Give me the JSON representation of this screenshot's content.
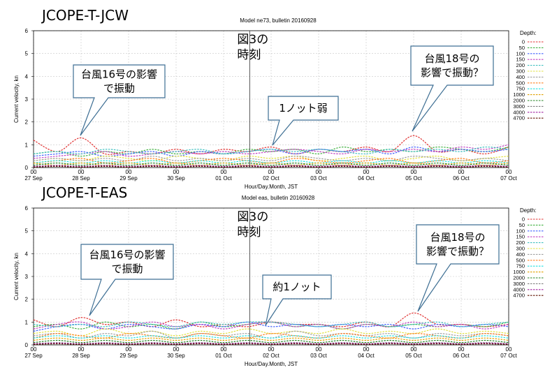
{
  "panels": [
    {
      "name": "JCOPE-T-JCW",
      "title": "JCOPE-T-JCW",
      "subtitle": "Model ne73, bulletin 20160928",
      "ylabel": "Current velocity, kn",
      "xlabel": "Hour/Day.Month, JST",
      "annotation": "図3の\n時刻",
      "callouts": [
        {
          "text": "台風16号の影響\nで振動"
        },
        {
          "text": "1ノット弱"
        },
        {
          "text": "台風18号の\n影響で振動？"
        }
      ]
    },
    {
      "name": "JCOPE-T-EAS",
      "title": "JCOPE-T-EAS",
      "subtitle": "Model eas, bulletin 20160928",
      "ylabel": "Current velocity, kn",
      "xlabel": "Hour/Day.Month, JST",
      "annotation": "図3の\n時刻",
      "callouts": [
        {
          "text": "台風16号の影響\nで振動"
        },
        {
          "text": "約1ノット"
        },
        {
          "text": "台風18号の\n影響で振動？"
        }
      ]
    }
  ],
  "legend": {
    "title": "Depth:",
    "entries": [
      "0",
      "50",
      "100",
      "150",
      "200",
      "300",
      "400",
      "500",
      "750",
      "1000",
      "2000",
      "3000",
      "4000",
      "4700"
    ],
    "colors": [
      "#e03030",
      "#40b040",
      "#4060ff",
      "#c040c0",
      "#40c0c0",
      "#e0e040",
      "#a0a0a0",
      "#ff8020",
      "#20e0e0",
      "#e0a000",
      "#208020",
      "#808080",
      "#a020a0",
      "#601000"
    ]
  },
  "chart_data": [
    {
      "type": "line",
      "title": "JCOPE-T-JCW",
      "subtitle": "Model ne73, bulletin 20160928",
      "xlabel": "Hour/Day.Month, JST",
      "ylabel": "Current velocity, kn",
      "x_ticks_top": [
        "00",
        "00",
        "00",
        "00",
        "00",
        "00",
        "00",
        "00",
        "00",
        "00",
        "00"
      ],
      "x_ticks_bottom": [
        "27 Sep",
        "28 Sep",
        "29 Sep",
        "30 Sep",
        "01 Oct",
        "02 Oct",
        "03 Oct",
        "04 Oct",
        "05 Oct",
        "06 Oct",
        "07 Oct"
      ],
      "xlim": [
        0,
        10
      ],
      "ylim": [
        0,
        6
      ],
      "y_ticks": [
        0,
        1,
        2,
        3,
        4,
        5,
        6
      ],
      "grid": true,
      "vline_day": 4.55,
      "series_x_days": [
        0,
        0.5,
        1,
        1.5,
        2,
        2.5,
        3,
        3.5,
        4,
        4.5,
        5,
        5.5,
        6,
        6.5,
        7,
        7.5,
        8,
        8.5,
        9,
        9.5,
        10
      ],
      "series": [
        {
          "name": "0",
          "values": [
            1.2,
            0.7,
            1.3,
            0.6,
            0.7,
            0.6,
            0.8,
            0.6,
            0.8,
            0.7,
            0.9,
            0.6,
            0.8,
            0.7,
            0.9,
            0.7,
            1.4,
            0.7,
            0.8,
            0.6,
            0.9
          ]
        },
        {
          "name": "50",
          "values": [
            0.6,
            0.7,
            0.5,
            0.7,
            0.6,
            0.8,
            0.6,
            0.7,
            0.6,
            0.8,
            0.7,
            0.8,
            0.6,
            0.9,
            0.7,
            0.8,
            0.7,
            0.9,
            0.8,
            0.7,
            0.9
          ]
        },
        {
          "name": "100",
          "values": [
            0.5,
            0.6,
            0.7,
            0.5,
            0.6,
            0.7,
            0.5,
            0.7,
            0.6,
            0.7,
            0.8,
            0.6,
            0.8,
            0.7,
            0.8,
            0.6,
            0.9,
            0.7,
            0.8,
            0.7,
            0.8
          ]
        },
        {
          "name": "150",
          "values": [
            0.4,
            0.5,
            0.6,
            0.7,
            0.5,
            0.6,
            0.7,
            0.6,
            0.7,
            0.6,
            0.7,
            0.8,
            0.7,
            0.6,
            0.8,
            0.7,
            0.8,
            0.7,
            0.9,
            0.8,
            1.0
          ]
        },
        {
          "name": "200",
          "values": [
            0.6,
            0.7,
            0.6,
            0.8,
            0.7,
            0.6,
            0.7,
            0.8,
            0.6,
            0.7,
            0.8,
            0.7,
            0.8,
            0.7,
            0.6,
            0.8,
            0.7,
            0.8,
            0.7,
            0.9,
            0.8
          ]
        },
        {
          "name": "300",
          "values": [
            0.3,
            0.4,
            0.3,
            0.5,
            0.4,
            0.3,
            0.5,
            0.4,
            0.3,
            0.5,
            0.4,
            0.5,
            0.3,
            0.4,
            0.5,
            0.3,
            0.4,
            0.5,
            0.3,
            0.4,
            0.5
          ]
        },
        {
          "name": "400",
          "values": [
            0.3,
            0.4,
            0.3,
            0.4,
            0.3,
            0.5,
            0.3,
            0.4,
            0.3,
            0.4,
            0.3,
            0.5,
            0.4,
            0.3,
            0.4,
            0.3,
            0.5,
            0.4,
            0.3,
            0.4,
            0.3
          ]
        },
        {
          "name": "500",
          "values": [
            0.2,
            0.3,
            0.4,
            0.2,
            0.3,
            0.4,
            0.2,
            0.3,
            0.4,
            0.3,
            0.2,
            0.4,
            0.3,
            0.2,
            0.3,
            0.4,
            0.2,
            0.3,
            0.4,
            0.2,
            0.3
          ]
        },
        {
          "name": "750",
          "values": [
            0.2,
            0.3,
            0.2,
            0.3,
            0.2,
            0.3,
            0.2,
            0.3,
            0.2,
            0.3,
            0.2,
            0.3,
            0.2,
            0.3,
            0.2,
            0.3,
            0.2,
            0.3,
            0.2,
            0.3,
            0.2
          ]
        },
        {
          "name": "1000",
          "values": [
            0.2,
            0.1,
            0.2,
            0.1,
            0.2,
            0.1,
            0.2,
            0.1,
            0.2,
            0.1,
            0.2,
            0.1,
            0.2,
            0.1,
            0.2,
            0.1,
            0.2,
            0.1,
            0.2,
            0.1,
            0.2
          ]
        },
        {
          "name": "2000",
          "values": [
            0.1,
            0.2,
            0.1,
            0.2,
            0.1,
            0.2,
            0.1,
            0.2,
            0.1,
            0.2,
            0.1,
            0.2,
            0.1,
            0.2,
            0.1,
            0.2,
            0.1,
            0.2,
            0.1,
            0.2,
            0.1
          ]
        },
        {
          "name": "3000",
          "values": [
            0.05,
            0.1,
            0.05,
            0.1,
            0.05,
            0.1,
            0.05,
            0.1,
            0.05,
            0.1,
            0.05,
            0.1,
            0.05,
            0.1,
            0.05,
            0.1,
            0.05,
            0.1,
            0.05,
            0.1,
            0.05
          ]
        },
        {
          "name": "4000",
          "values": [
            0.05,
            0.08,
            0.05,
            0.08,
            0.05,
            0.08,
            0.05,
            0.08,
            0.05,
            0.08,
            0.05,
            0.08,
            0.05,
            0.08,
            0.05,
            0.08,
            0.05,
            0.08,
            0.05,
            0.08,
            0.05
          ]
        },
        {
          "name": "4700",
          "values": [
            0.02,
            0.05,
            0.02,
            0.05,
            0.02,
            0.05,
            0.02,
            0.05,
            0.02,
            0.05,
            0.02,
            0.05,
            0.02,
            0.05,
            0.02,
            0.05,
            0.02,
            0.05,
            0.02,
            0.05,
            0.02
          ]
        }
      ]
    },
    {
      "type": "line",
      "title": "JCOPE-T-EAS",
      "subtitle": "Model eas, bulletin 20160928",
      "xlabel": "Hour/Day.Month, JST",
      "ylabel": "Current velocity, kn",
      "x_ticks_top": [
        "00",
        "00",
        "00",
        "00",
        "00",
        "00",
        "00",
        "00",
        "00",
        "00",
        "00"
      ],
      "x_ticks_bottom": [
        "27 Sep",
        "28 Sep",
        "29 Sep",
        "30 Sep",
        "01 Oct",
        "02 Oct",
        "03 Oct",
        "04 Oct",
        "05 Oct",
        "06 Oct",
        "07 Oct"
      ],
      "xlim": [
        0,
        10
      ],
      "ylim": [
        0,
        6
      ],
      "y_ticks": [
        0,
        1,
        2,
        3,
        4,
        5,
        6
      ],
      "grid": true,
      "vline_day": 4.55,
      "series_x_days": [
        0,
        0.5,
        1,
        1.5,
        2,
        2.5,
        3,
        3.5,
        4,
        4.5,
        5,
        5.5,
        6,
        6.5,
        7,
        7.5,
        8,
        8.5,
        9,
        9.5,
        10
      ],
      "series": [
        {
          "name": "0",
          "values": [
            1.1,
            0.8,
            1.2,
            0.9,
            1.0,
            0.8,
            1.1,
            0.8,
            0.9,
            0.8,
            1.0,
            0.9,
            0.9,
            0.8,
            1.0,
            0.8,
            1.4,
            0.9,
            0.9,
            0.8,
            0.9
          ]
        },
        {
          "name": "50",
          "values": [
            0.8,
            0.9,
            0.7,
            1.0,
            0.8,
            0.9,
            0.7,
            1.0,
            0.8,
            0.9,
            1.0,
            0.8,
            0.9,
            0.7,
            0.9,
            0.8,
            0.9,
            0.8,
            0.9,
            0.8,
            1.0
          ]
        },
        {
          "name": "100",
          "values": [
            0.6,
            0.8,
            0.9,
            0.7,
            0.9,
            0.8,
            0.7,
            0.9,
            0.8,
            1.0,
            0.8,
            0.9,
            0.8,
            0.9,
            0.8,
            0.9,
            0.7,
            0.9,
            0.8,
            0.9,
            0.8
          ]
        },
        {
          "name": "150",
          "values": [
            0.7,
            0.9,
            1.0,
            0.7,
            0.8,
            1.0,
            0.8,
            0.9,
            0.7,
            0.9,
            1.0,
            0.8,
            0.9,
            0.7,
            0.9,
            0.8,
            1.0,
            0.8,
            0.9,
            0.7,
            0.9
          ]
        },
        {
          "name": "200",
          "values": [
            0.9,
            0.8,
            0.9,
            0.8,
            1.0,
            0.9,
            0.8,
            1.0,
            0.9,
            1.0,
            1.0,
            0.9,
            0.8,
            0.9,
            1.0,
            0.8,
            0.9,
            1.0,
            0.8,
            0.9,
            1.0
          ]
        },
        {
          "name": "300",
          "values": [
            0.5,
            0.6,
            0.4,
            0.7,
            0.5,
            0.6,
            0.4,
            0.6,
            0.5,
            0.7,
            0.5,
            0.6,
            0.5,
            0.7,
            0.5,
            0.6,
            0.5,
            0.7,
            0.5,
            0.6,
            0.5
          ]
        },
        {
          "name": "400",
          "values": [
            0.4,
            0.5,
            0.3,
            0.5,
            0.4,
            0.6,
            0.3,
            0.5,
            0.4,
            0.5,
            0.3,
            0.6,
            0.4,
            0.5,
            0.4,
            0.5,
            0.3,
            0.5,
            0.4,
            0.5,
            0.4
          ]
        },
        {
          "name": "500",
          "values": [
            0.3,
            0.5,
            0.4,
            0.3,
            0.5,
            0.4,
            0.3,
            0.5,
            0.4,
            0.3,
            0.5,
            0.4,
            0.3,
            0.5,
            0.4,
            0.3,
            0.5,
            0.4,
            0.3,
            0.5,
            0.4
          ]
        },
        {
          "name": "750",
          "values": [
            0.3,
            0.4,
            0.3,
            0.4,
            0.3,
            0.4,
            0.3,
            0.4,
            0.3,
            0.4,
            0.3,
            0.4,
            0.3,
            0.4,
            0.3,
            0.4,
            0.3,
            0.4,
            0.3,
            0.4,
            0.3
          ]
        },
        {
          "name": "1000",
          "values": [
            0.2,
            0.3,
            0.2,
            0.3,
            0.2,
            0.3,
            0.2,
            0.3,
            0.2,
            0.3,
            0.2,
            0.3,
            0.2,
            0.3,
            0.2,
            0.3,
            0.2,
            0.3,
            0.2,
            0.3,
            0.2
          ]
        },
        {
          "name": "2000",
          "values": [
            0.1,
            0.2,
            0.1,
            0.2,
            0.1,
            0.2,
            0.1,
            0.2,
            0.1,
            0.2,
            0.1,
            0.2,
            0.1,
            0.2,
            0.1,
            0.2,
            0.1,
            0.2,
            0.1,
            0.2,
            0.1
          ]
        },
        {
          "name": "3000",
          "values": [
            0.05,
            0.1,
            0.05,
            0.1,
            0.05,
            0.1,
            0.05,
            0.1,
            0.05,
            0.1,
            0.05,
            0.1,
            0.05,
            0.1,
            0.05,
            0.1,
            0.05,
            0.1,
            0.05,
            0.1,
            0.05
          ]
        },
        {
          "name": "4000",
          "values": [
            0.05,
            0.08,
            0.05,
            0.08,
            0.05,
            0.08,
            0.05,
            0.08,
            0.05,
            0.08,
            0.05,
            0.08,
            0.05,
            0.08,
            0.05,
            0.08,
            0.05,
            0.08,
            0.05,
            0.08,
            0.05
          ]
        },
        {
          "name": "4700",
          "values": [
            0.02,
            0.05,
            0.02,
            0.05,
            0.02,
            0.05,
            0.02,
            0.05,
            0.02,
            0.05,
            0.02,
            0.05,
            0.02,
            0.05,
            0.02,
            0.05,
            0.02,
            0.05,
            0.02,
            0.05,
            0.02
          ]
        }
      ]
    }
  ]
}
